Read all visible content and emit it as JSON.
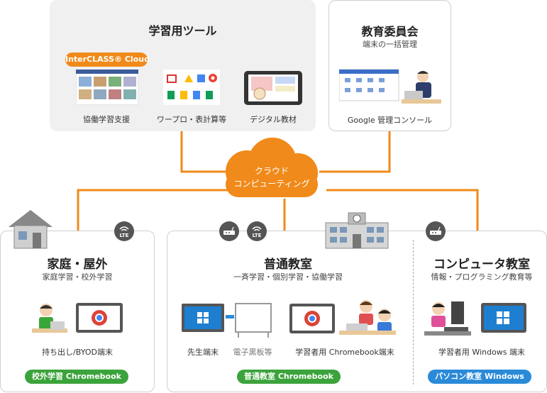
{
  "learning_tools": {
    "title": "学習用ツール",
    "interclass_badge": "InterCLASS® Cloud",
    "items": [
      {
        "label": "協働学習支援"
      },
      {
        "label": "ワープロ・表計算等"
      },
      {
        "label": "デジタル教材"
      }
    ]
  },
  "board": {
    "title": "教育委員会",
    "subtitle": "端末の一括管理",
    "label": "Google 管理コンソール"
  },
  "cloud": {
    "line1": "クラウド",
    "line2": "コンピューティング"
  },
  "home": {
    "title": "家庭・屋外",
    "subtitle": "家庭学習・校外学習",
    "device_label": "持ち出し/BYOD端末",
    "pill": "校外学習 Chromebook",
    "badge": "LTE"
  },
  "classroom": {
    "title": "普通教室",
    "subtitle": "一斉学習・個別学習・協働学習",
    "teacher_label": "先生端末",
    "board_label": "電子黒板等",
    "student_label": "学習者用 Chromebook端末",
    "pill": "普通教室 Chromebook",
    "badge": "LTE"
  },
  "pc_room": {
    "title": "コンピュータ教室",
    "subtitle": "情報・プログラミング教育等",
    "student_label": "学習者用 Windows 端末",
    "pill": "パソコン教室 Windows"
  },
  "colors": {
    "orange": "#f08a1a",
    "green": "#3ba33b",
    "blue": "#2a8ad8",
    "card_gray": "#f0f0f0"
  }
}
